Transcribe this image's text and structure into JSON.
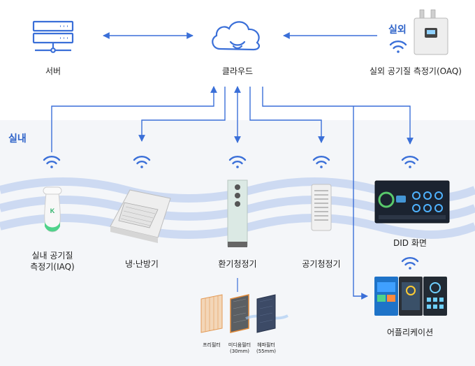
{
  "labels": {
    "server": "서버",
    "cloud": "클라우드",
    "outdoor_tag": "실외",
    "oaq": "실외 공기질 측정기(OAQ)",
    "indoor_tag": "실내",
    "iaq_line1": "실내 공기질",
    "iaq_line2": "측정기(IAQ)",
    "aircon": "냉·난방기",
    "ventilator": "환기청정기",
    "purifier": "공기청정기",
    "did": "DID 화면",
    "app": "어플리케이션"
  },
  "filters": {
    "pre": "프리필터",
    "medium_line1": "미디움필터",
    "medium_line2": "(30mm)",
    "hepa_line1": "헤파필터",
    "hepa_line2": "(55mm)"
  },
  "iaq_badge": "K",
  "colors": {
    "accent": "#3a6fd8",
    "wave": "#c9d8f2",
    "indoor_bg": "#f4f6f9"
  }
}
